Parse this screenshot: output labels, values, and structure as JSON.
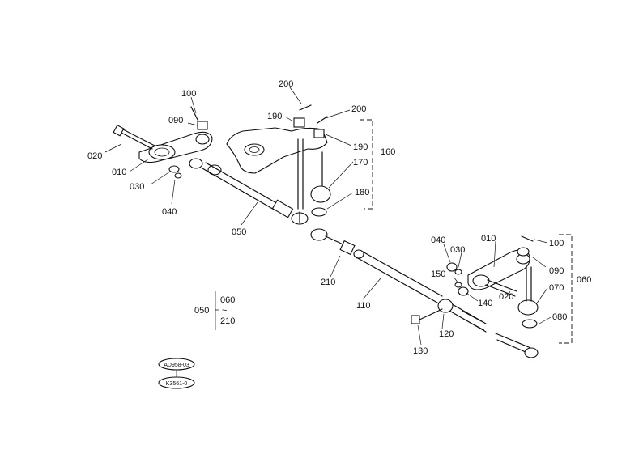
{
  "callouts": {
    "c100a": "100",
    "c090a": "090",
    "c020a": "020",
    "c010a": "010",
    "c030a": "030",
    "c040a": "040",
    "c200a": "200",
    "c190a": "190",
    "c200b": "200",
    "c190b": "190",
    "c160": "160",
    "c170": "170",
    "c180": "180",
    "c050": "050",
    "c210": "210",
    "c110": "110",
    "c040b": "040",
    "c030b": "030",
    "c010b": "010",
    "c100b": "100",
    "c090b": "090",
    "c060": "060",
    "c150": "150",
    "c140": "140",
    "c020b": "020",
    "c070": "070",
    "c080": "080",
    "c120": "120",
    "c130": "130"
  },
  "legend": {
    "label": "050",
    "top": "060",
    "bottom": "210"
  },
  "stamps": {
    "top": "AD958-03",
    "bottom": "K3561-0"
  }
}
